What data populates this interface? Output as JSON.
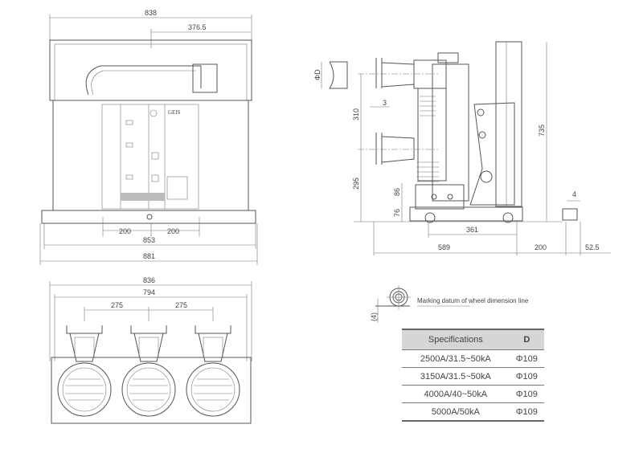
{
  "front_view": {
    "dims": {
      "overall_top": "838",
      "half": "376.5",
      "wheel_left": "200",
      "wheel_right": "200",
      "base_inner": "853",
      "base_outer": "881"
    },
    "logo": "GEIS"
  },
  "plan_view": {
    "dims": {
      "outer": "836",
      "inner": "794",
      "pitch_left": "275",
      "pitch_right": "275"
    }
  },
  "side_view": {
    "dims": {
      "upper_pitch": "310",
      "lower_height": "295",
      "offset": "3",
      "height_86": "86",
      "height_76": "76",
      "total_height": "735",
      "wheelbase": "361",
      "depth": "589",
      "extension": "200",
      "end": "52.5",
      "pin": "4",
      "diameter": "ΦD"
    }
  },
  "marking": {
    "label": "Marking datum of wheel dimension line",
    "offset": "(4)"
  },
  "spec_table": {
    "headers": [
      "Specifications",
      "D"
    ],
    "rows": [
      [
        "2500A/31.5~50kA",
        "Φ109"
      ],
      [
        "3150A/31.5~50kA",
        "Φ109"
      ],
      [
        "4000A/40~50kA",
        "Φ109"
      ],
      [
        "5000A/50kA",
        "Φ109"
      ]
    ]
  }
}
